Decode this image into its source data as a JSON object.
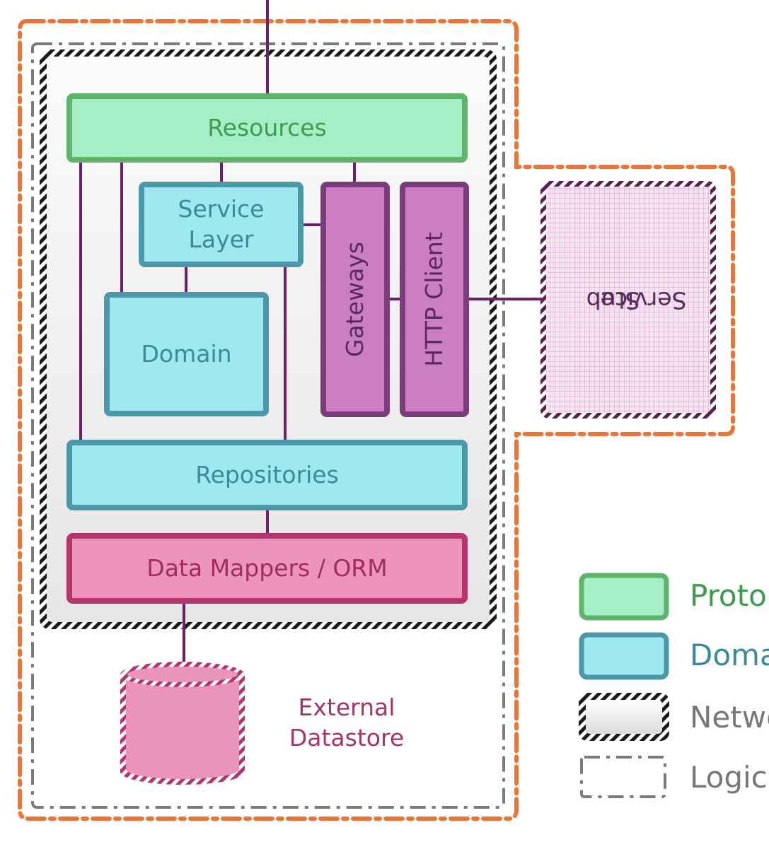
{
  "components": {
    "resources": "Resources",
    "service_layer": [
      "Service",
      "Layer"
    ],
    "domain": "Domain",
    "gateways": "Gateways",
    "http_client": "HTTP Client",
    "repositories": "Repositories",
    "data_mappers": "Data Mappers / ORM",
    "stub_service": [
      "Stub",
      "Service"
    ]
  },
  "datastore": {
    "label_line1": "External",
    "label_line2": "Datastore"
  },
  "legend": [
    {
      "text": "Proto",
      "color": "#3d9a4f",
      "icon": "protocol-swatch"
    },
    {
      "text": "Doma",
      "color": "#3a8a99",
      "icon": "domain-swatch"
    },
    {
      "text": "Netwo",
      "color": "#777777",
      "icon": "network-swatch"
    },
    {
      "text": "Logica",
      "color": "#777777",
      "icon": "logical-swatch"
    }
  ],
  "colors": {
    "connector": "#6b2068",
    "orange_boundary": "#e8763a",
    "logical_boundary": "#7a7a7a",
    "stub_fill": "#f4dcf0",
    "datastore_fill": "#ea93bd"
  }
}
